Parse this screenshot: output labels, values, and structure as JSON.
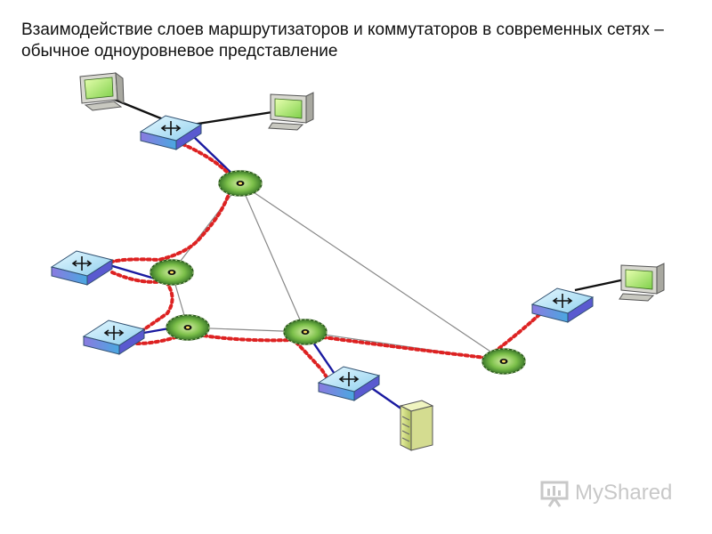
{
  "title": {
    "line1": "Взаимодействие слоев маршрутизаторов и коммутаторов в современных сетях –",
    "line2": "обычное одноуровневое представление"
  },
  "watermark": {
    "text": "MyShared",
    "icon": "presentation-board-icon"
  },
  "legend_colors": {
    "router_link": "#888888",
    "switch_router_link": "#1a1aa0",
    "host_link": "#111111",
    "traffic_path": "#dd2222"
  },
  "icons": {
    "router": "router-disk-icon",
    "switch": "switch-icon",
    "workstation": "monitor-icon",
    "server": "server-icon"
  }
}
